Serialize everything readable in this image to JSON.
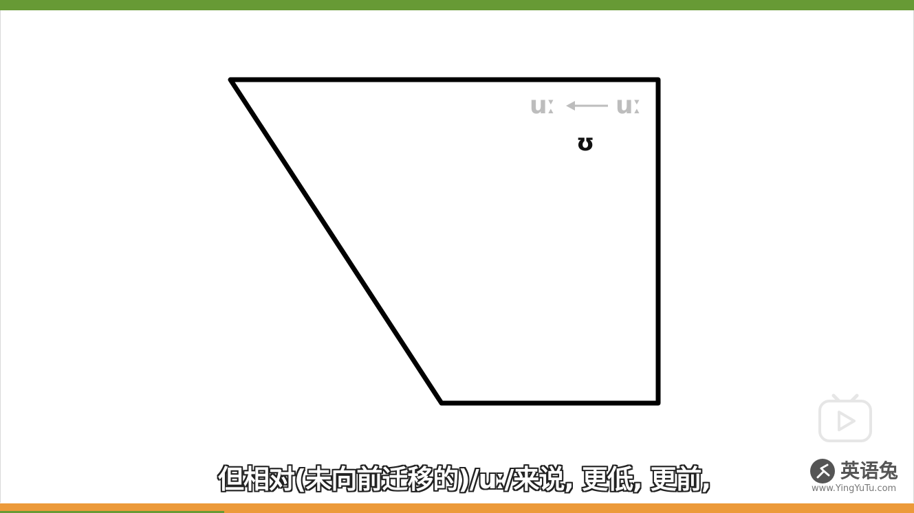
{
  "vowel_chart": {
    "shift_from": "uː",
    "shift_to": "uː",
    "target_vowel": "ʊ"
  },
  "subtitle": "但相对(未向前迁移的)/uː/来说, 更低, 更前,",
  "brand": {
    "name": "英语兔",
    "url": "www.YingYuTu.com"
  },
  "colors": {
    "top_bar": "#679a35",
    "bottom_bar": "#ec9a3a",
    "faded_symbol": "#bdbdbd",
    "outline": "#000000"
  },
  "icons": {
    "player": "tv-play-icon",
    "brand": "rabbit-logo-icon"
  },
  "progress": 0.245
}
